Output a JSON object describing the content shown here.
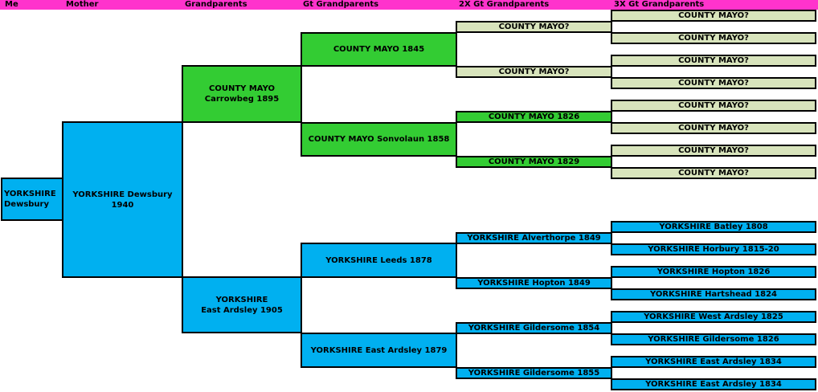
{
  "colors": {
    "header": "#ff33cc",
    "yorkshire": "#00b0f0",
    "mayo": "#33cc33",
    "mayo_unknown": "#d8e4bc"
  },
  "headers": {
    "me": "Me",
    "mother": "Mother",
    "grandparents": "Grandparents",
    "gt_grandparents": "Gt Grandparents",
    "gt2": "2X Gt Grandparents",
    "gt3": "3X Gt Grandparents"
  },
  "me": {
    "label": "YORKSHIRE\nDewsbury"
  },
  "mother": {
    "label": "YORKSHIRE Dewsbury\n1940"
  },
  "grandparents": [
    {
      "label": "COUNTY MAYO\nCarrowbeg 1895"
    },
    {
      "label": "YORKSHIRE\nEast Ardsley 1905"
    }
  ],
  "gt_grandparents": [
    {
      "label": "COUNTY MAYO 1845"
    },
    {
      "label": "COUNTY MAYO Sonvolaun 1858"
    },
    {
      "label": "YORKSHIRE Leeds 1878"
    },
    {
      "label": "YORKSHIRE East Ardsley 1879"
    }
  ],
  "gt2_grandparents": [
    {
      "label": "COUNTY MAYO?"
    },
    {
      "label": "COUNTY MAYO?"
    },
    {
      "label": "COUNTY MAYO 1826"
    },
    {
      "label": "COUNTY MAYO 1829"
    },
    {
      "label": "YORKSHIRE Alverthorpe  1849"
    },
    {
      "label": "YORKSHIRE Hopton 1849"
    },
    {
      "label": "YORKSHIRE Gildersome 1854"
    },
    {
      "label": "YORKSHIRE Gildersome 1855"
    }
  ],
  "gt3_grandparents": [
    {
      "label": "COUNTY MAYO?"
    },
    {
      "label": "COUNTY MAYO?"
    },
    {
      "label": "COUNTY MAYO?"
    },
    {
      "label": "COUNTY MAYO?"
    },
    {
      "label": "COUNTY MAYO?"
    },
    {
      "label": "COUNTY MAYO?"
    },
    {
      "label": "COUNTY MAYO?"
    },
    {
      "label": "COUNTY MAYO?"
    },
    {
      "label": "YORKSHIRE Batley 1808"
    },
    {
      "label": "YORKSHIRE Horbury 1815-20"
    },
    {
      "label": "YORKSHIRE Hopton 1826"
    },
    {
      "label": "YORKSHIRE Hartshead 1824"
    },
    {
      "label": "YORKSHIRE West Ardsley 1825"
    },
    {
      "label": "YORKSHIRE Gildersome 1826"
    },
    {
      "label": "YORKSHIRE East Ardsley 1834"
    },
    {
      "label": "YORKSHIRE East Ardsley 1834"
    }
  ]
}
